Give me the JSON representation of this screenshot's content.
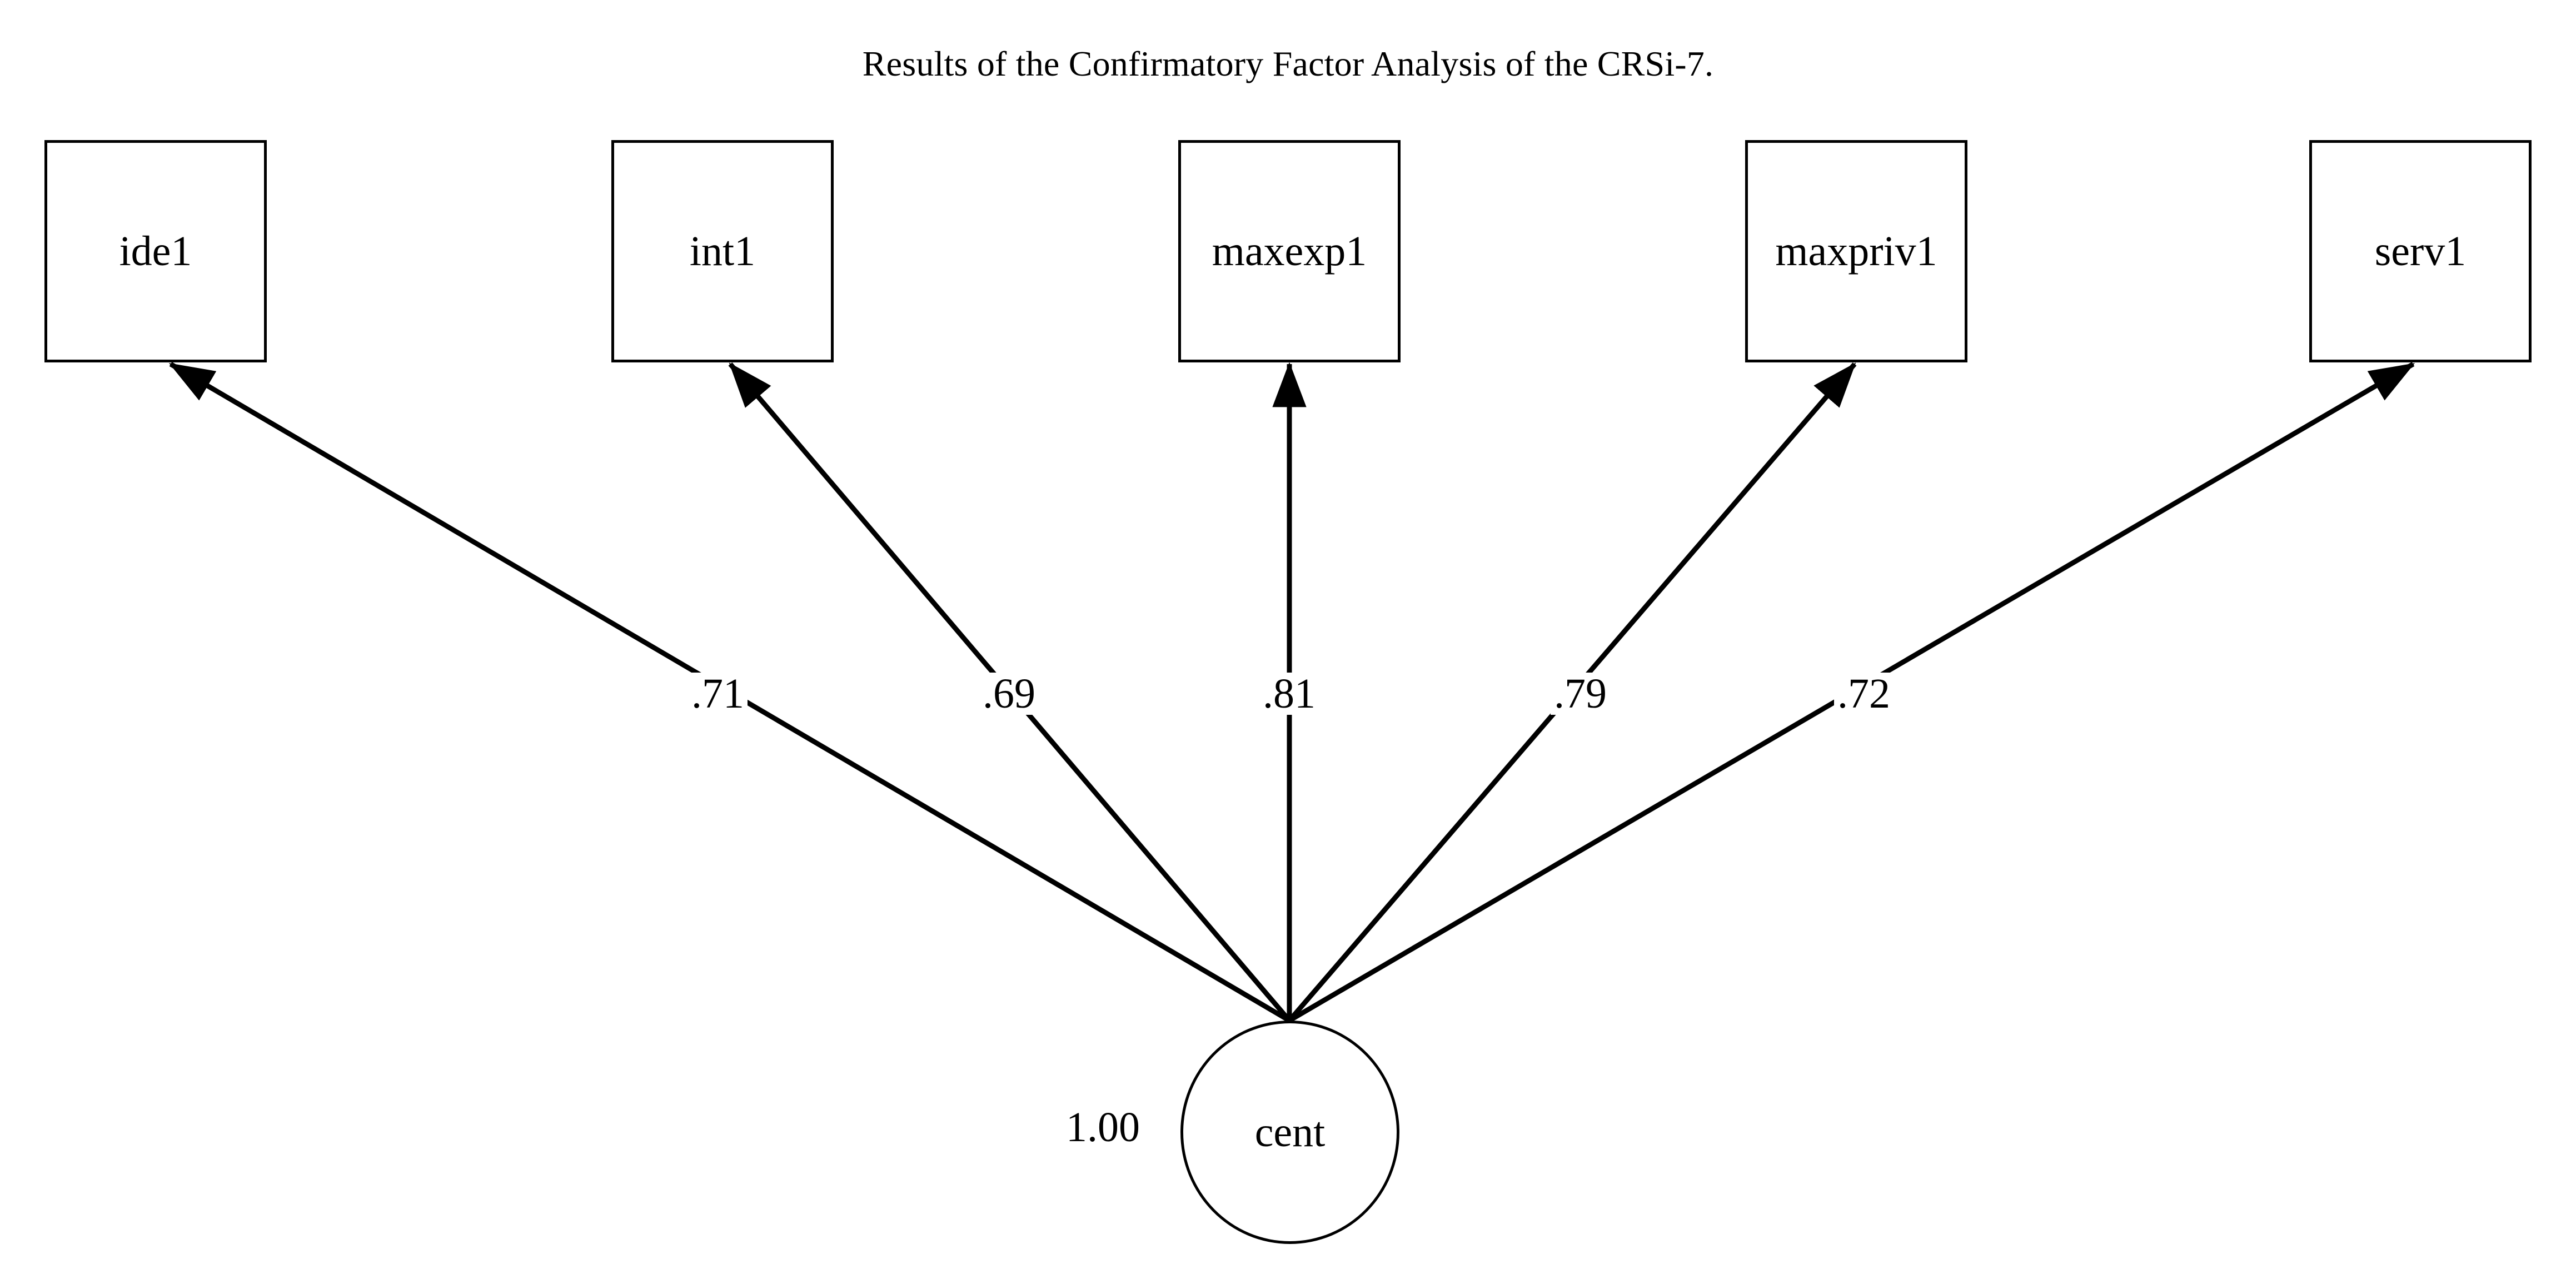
{
  "figure": {
    "title": "Results of the Confirmatory Factor Analysis of the CRSi-7.",
    "background_color": "#ffffff",
    "stroke_color": "#000000",
    "text_color": "#000000"
  },
  "chart_data": {
    "type": "diagram",
    "diagram_kind": "confirmatory-factor-analysis-path-diagram",
    "title": "Results of the Confirmatory Factor Analysis of the CRSi-7.",
    "latent_variables": [
      {
        "id": "cent",
        "label": "cent",
        "shape": "circle",
        "variance": "1.00",
        "variance_label": "1.00"
      }
    ],
    "observed_variables": [
      {
        "id": "ide1",
        "label": "ide1",
        "shape": "rectangle"
      },
      {
        "id": "int1",
        "label": "int1",
        "shape": "rectangle"
      },
      {
        "id": "maxexp1",
        "label": "maxexp1",
        "shape": "rectangle"
      },
      {
        "id": "maxpriv1",
        "label": "maxpriv1",
        "shape": "rectangle"
      },
      {
        "id": "serv1",
        "label": "serv1",
        "shape": "rectangle"
      }
    ],
    "loadings": [
      {
        "from": "cent",
        "to": "ide1",
        "value": 0.71,
        "label": ".71"
      },
      {
        "from": "cent",
        "to": "int1",
        "value": 0.69,
        "label": ".69"
      },
      {
        "from": "cent",
        "to": "maxexp1",
        "value": 0.81,
        "label": ".81"
      },
      {
        "from": "cent",
        "to": "maxpriv1",
        "value": 0.79,
        "label": ".79"
      },
      {
        "from": "cent",
        "to": "serv1",
        "value": 0.72,
        "label": ".72"
      }
    ],
    "legend": null,
    "grid": false
  },
  "nodes": {
    "ide1": {
      "label": "ide1"
    },
    "int1": {
      "label": "int1"
    },
    "maxexp1": {
      "label": "maxexp1"
    },
    "maxpriv1": {
      "label": "maxpriv1"
    },
    "serv1": {
      "label": "serv1"
    },
    "cent": {
      "label": "cent"
    }
  },
  "edge_labels": {
    "cent_to_ide1": ".71",
    "cent_to_int1": ".69",
    "cent_to_maxexp1": ".81",
    "cent_to_maxpriv1": ".79",
    "cent_to_serv1": ".72"
  },
  "variance": {
    "cent": "1.00"
  }
}
